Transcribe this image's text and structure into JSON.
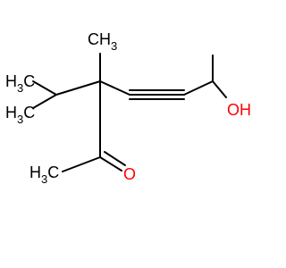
{
  "molecule": {
    "labels": {
      "ch3_top_left": {
        "main": "H",
        "sub": "3",
        "tail": "C"
      },
      "ch3_top_center": {
        "main": "CH",
        "sub": "3"
      },
      "ch3_bottom_left": {
        "main": "H",
        "sub": "3",
        "tail": "C"
      },
      "ch3_acetyl": {
        "main": "H",
        "sub": "3",
        "tail": "C"
      },
      "oxygen_carbonyl": "O",
      "hydroxyl": "OH"
    }
  },
  "colors": {
    "bond": "#000000",
    "heteroatom": "#ff0000",
    "background": "#ffffff"
  }
}
